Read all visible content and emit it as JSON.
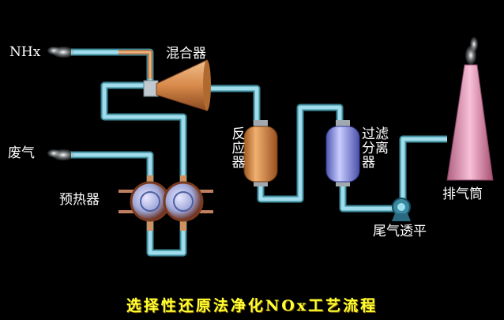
{
  "labels": {
    "nhx": "NHx",
    "mixer": "混合器",
    "exhaust_in": "废气",
    "preheater": "预热器",
    "reactor": "反应器",
    "filter": "过滤分离器",
    "fan": "尾气透平",
    "stack": "排气筒"
  },
  "caption": "选择性还原法净化NOx工艺流程",
  "colors": {
    "background": "#000000",
    "pipe": "#8fd0e0",
    "pipe_edge": "#3d8a9a",
    "copper_pipe": "#d9a070",
    "reactor": "#e0a060",
    "filter": "#a0a8f0",
    "stack": "#f0a8c8",
    "caption": "#ffff33"
  }
}
